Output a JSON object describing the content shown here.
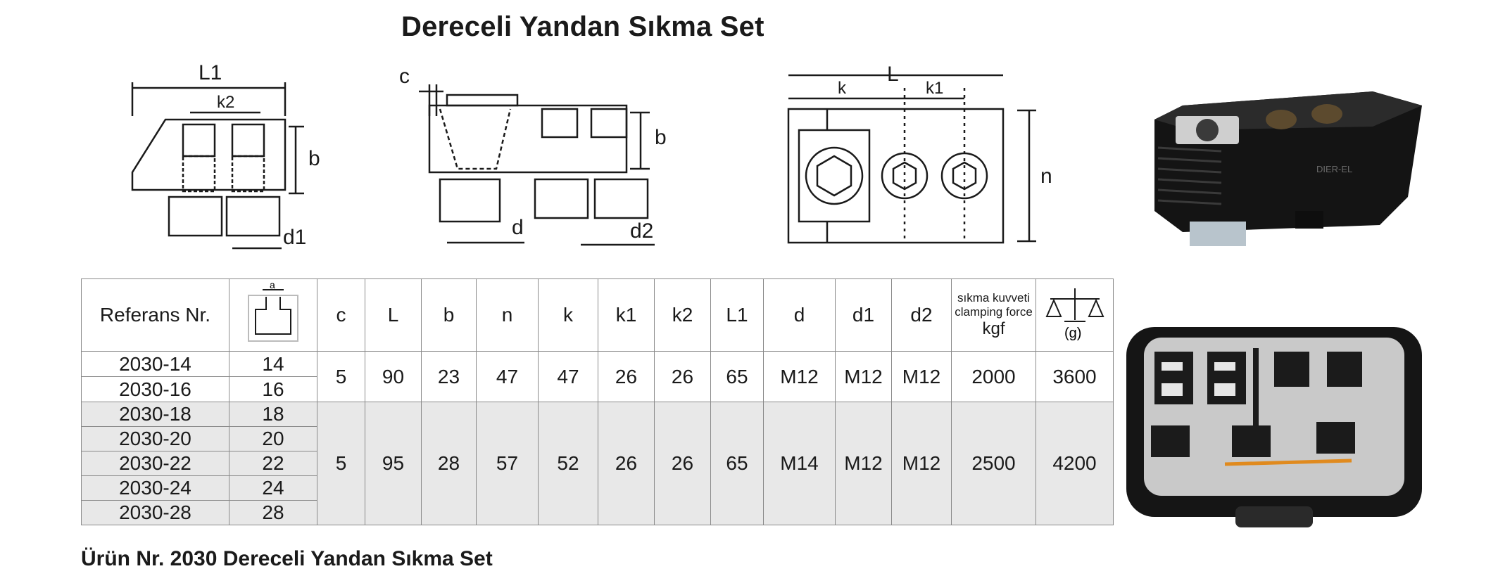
{
  "title": "Dereceli Yandan Sıkma Set",
  "caption": "Ürün Nr. 2030 Dereceli Yandan Sıkma  Set",
  "drawings": {
    "side_view": {
      "L1": "L1",
      "k2": "k2",
      "b": "b",
      "d1": "d1"
    },
    "front_view": {
      "c": "c",
      "b": "b",
      "d": "d",
      "d2": "d2"
    },
    "top_view": {
      "L": "L",
      "k": "k",
      "k1": "k1",
      "n": "n"
    }
  },
  "photo_label": "DIER-EL",
  "table": {
    "headers": {
      "ref": "Referans Nr.",
      "slot": "a",
      "c": "c",
      "L": "L",
      "b": "b",
      "n": "n",
      "k": "k",
      "k1": "k1",
      "k2": "k2",
      "L1": "L1",
      "d": "d",
      "d1": "d1",
      "d2": "d2",
      "force_tr": "sıkma kuvveti",
      "force_en": "clamping force",
      "force_unit": "kgf",
      "weight_unit": "(g)"
    },
    "groups": [
      {
        "rows": [
          {
            "ref": "2030-14",
            "slot": "14"
          },
          {
            "ref": "2030-16",
            "slot": "16"
          }
        ],
        "c": "5",
        "L": "90",
        "b": "23",
        "n": "47",
        "k": "47",
        "k1": "26",
        "k2": "26",
        "L1": "65",
        "d": "M12",
        "d1": "M12",
        "d2": "M12",
        "force": "2000",
        "weight": "3600"
      },
      {
        "rows": [
          {
            "ref": "2030-18",
            "slot": "18"
          },
          {
            "ref": "2030-20",
            "slot": "20"
          },
          {
            "ref": "2030-22",
            "slot": "22"
          },
          {
            "ref": "2030-24",
            "slot": "24"
          },
          {
            "ref": "2030-28",
            "slot": "28"
          }
        ],
        "c": "5",
        "L": "95",
        "b": "28",
        "n": "57",
        "k": "52",
        "k1": "26",
        "k2": "26",
        "L1": "65",
        "d": "M14",
        "d1": "M12",
        "d2": "M12",
        "force": "2500",
        "weight": "4200"
      }
    ]
  }
}
